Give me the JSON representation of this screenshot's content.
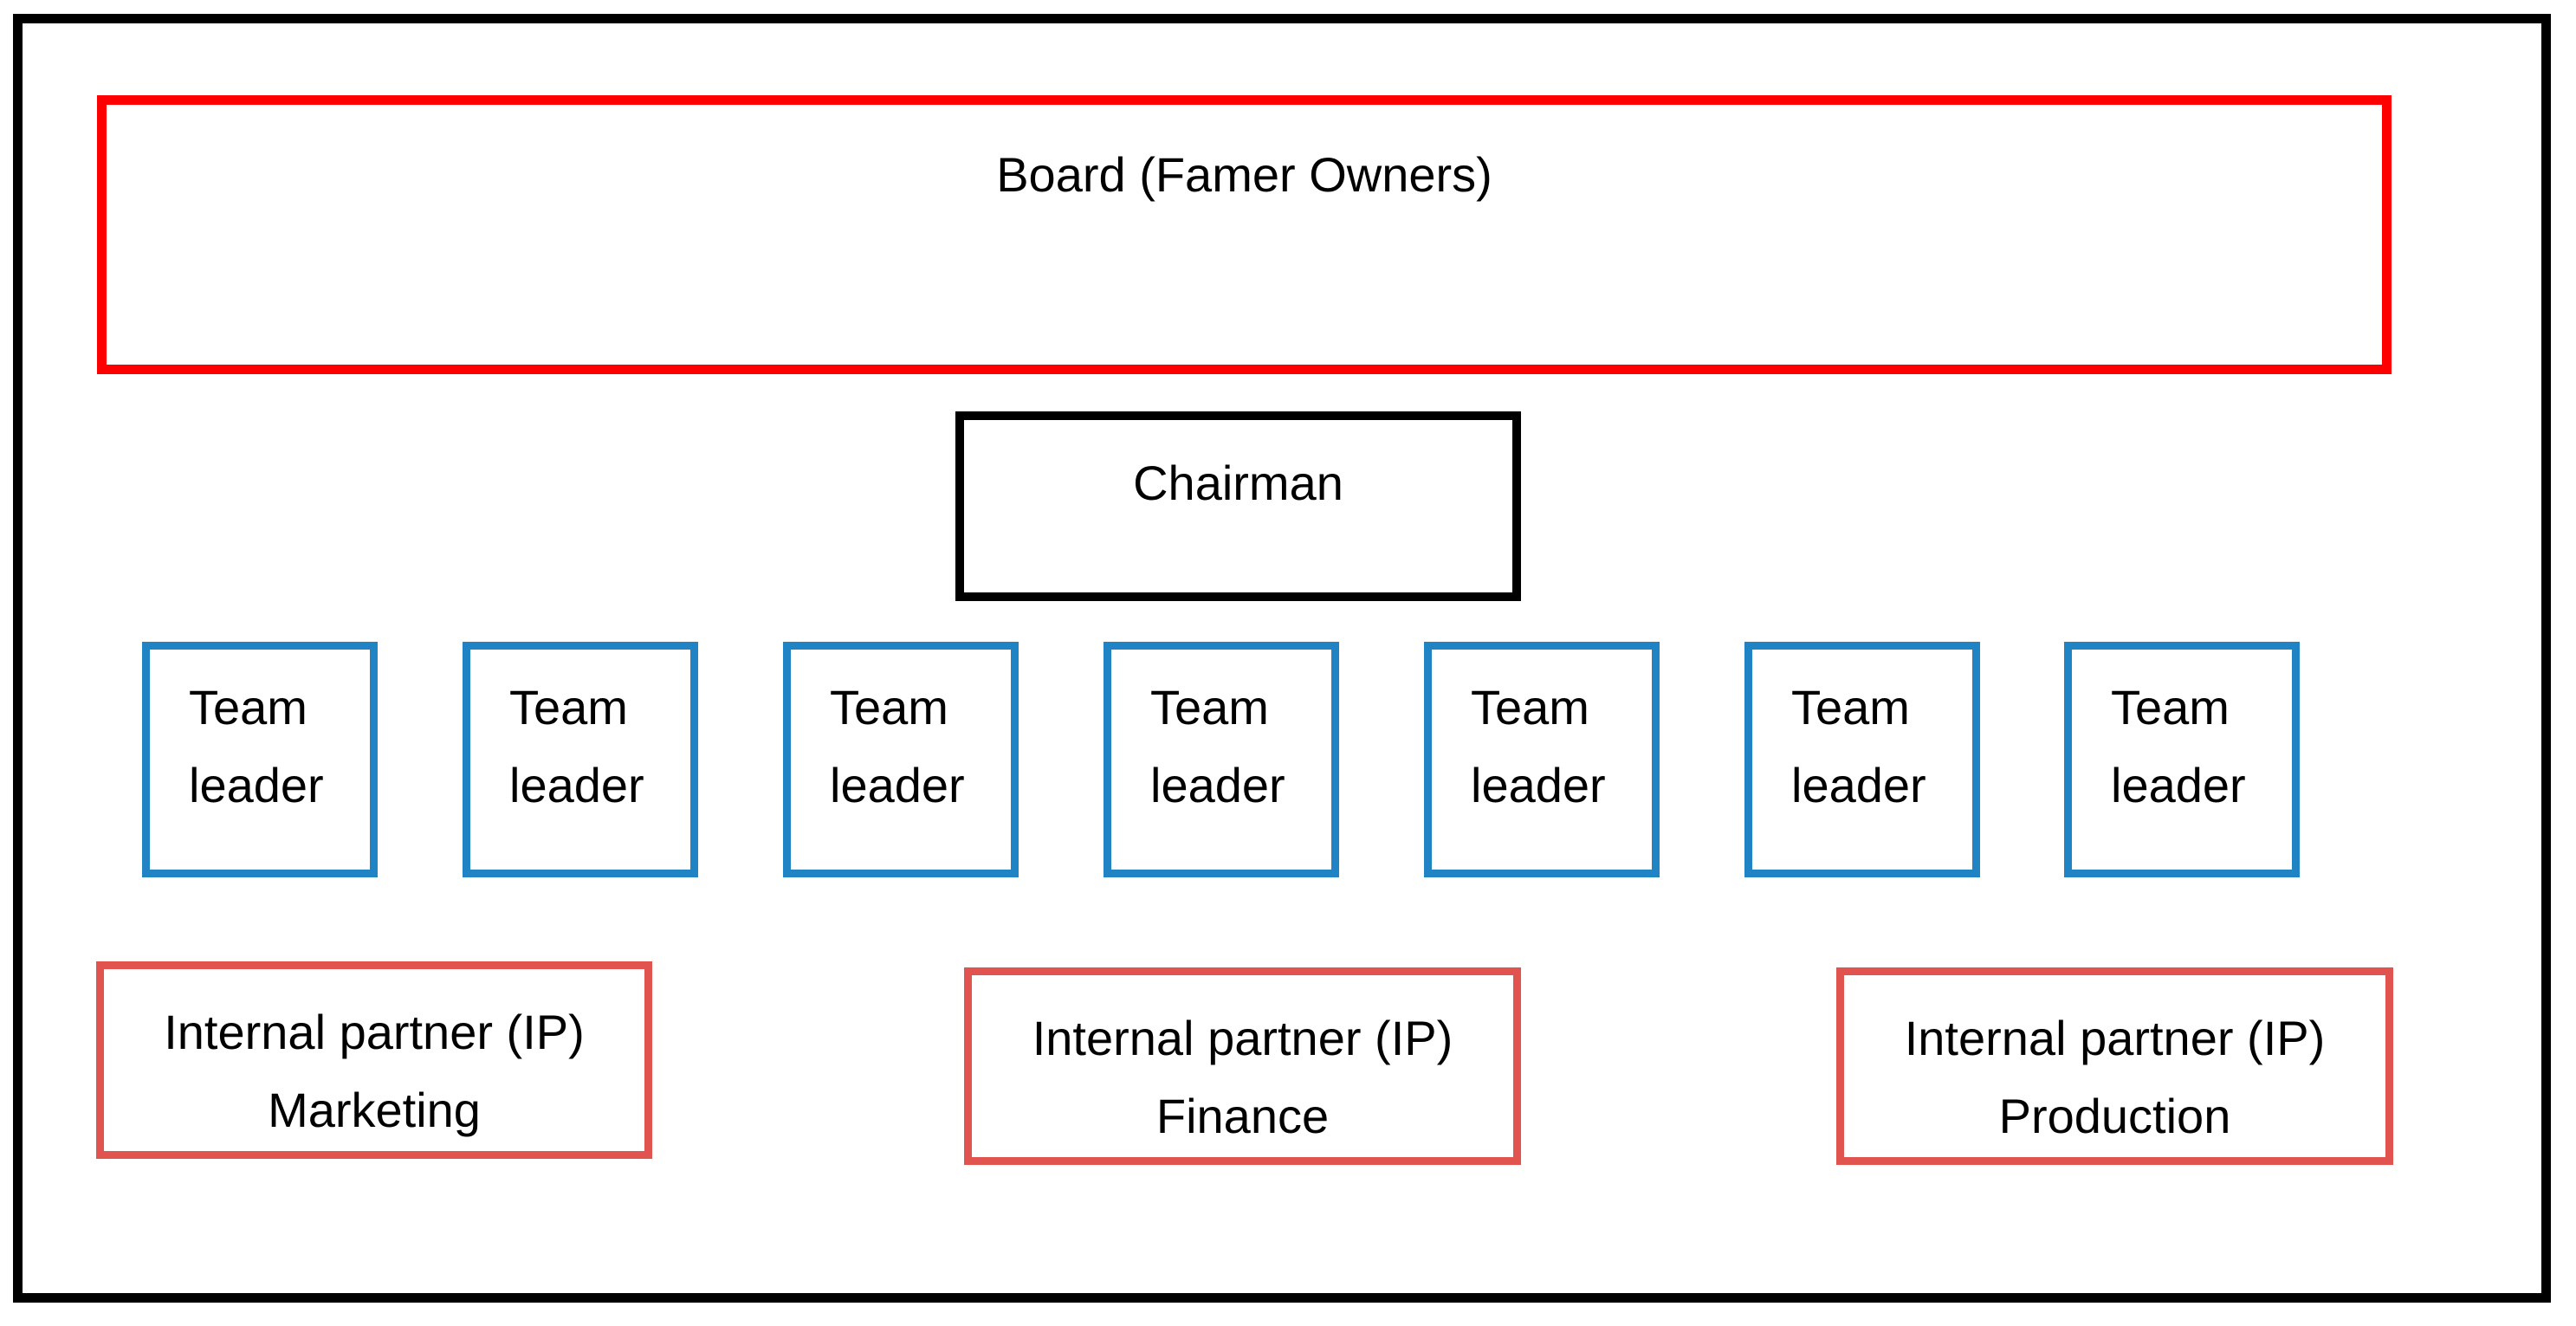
{
  "board": {
    "label": "Board (Famer Owners)"
  },
  "chairman": {
    "label": "Chairman"
  },
  "team_leaders": [
    {
      "line1": "Team",
      "line2": "leader"
    },
    {
      "line1": "Team",
      "line2": "leader"
    },
    {
      "line1": "Team",
      "line2": "leader"
    },
    {
      "line1": "Team",
      "line2": "leader"
    },
    {
      "line1": "Team",
      "line2": "leader"
    },
    {
      "line1": "Team",
      "line2": "leader"
    },
    {
      "line1": "Team",
      "line2": "leader"
    }
  ],
  "internal_partners": [
    {
      "line1": "Internal partner (IP)",
      "line2": "Marketing"
    },
    {
      "line1": "Internal partner (IP)",
      "line2": "Finance"
    },
    {
      "line1": "Internal partner (IP)",
      "line2": "Production"
    }
  ],
  "colors": {
    "frame": "#000000",
    "board_border": "#ff0000",
    "chairman_border": "#000000",
    "team_leader_border": "#1f83c4",
    "internal_partner_border": "#e0534f"
  }
}
